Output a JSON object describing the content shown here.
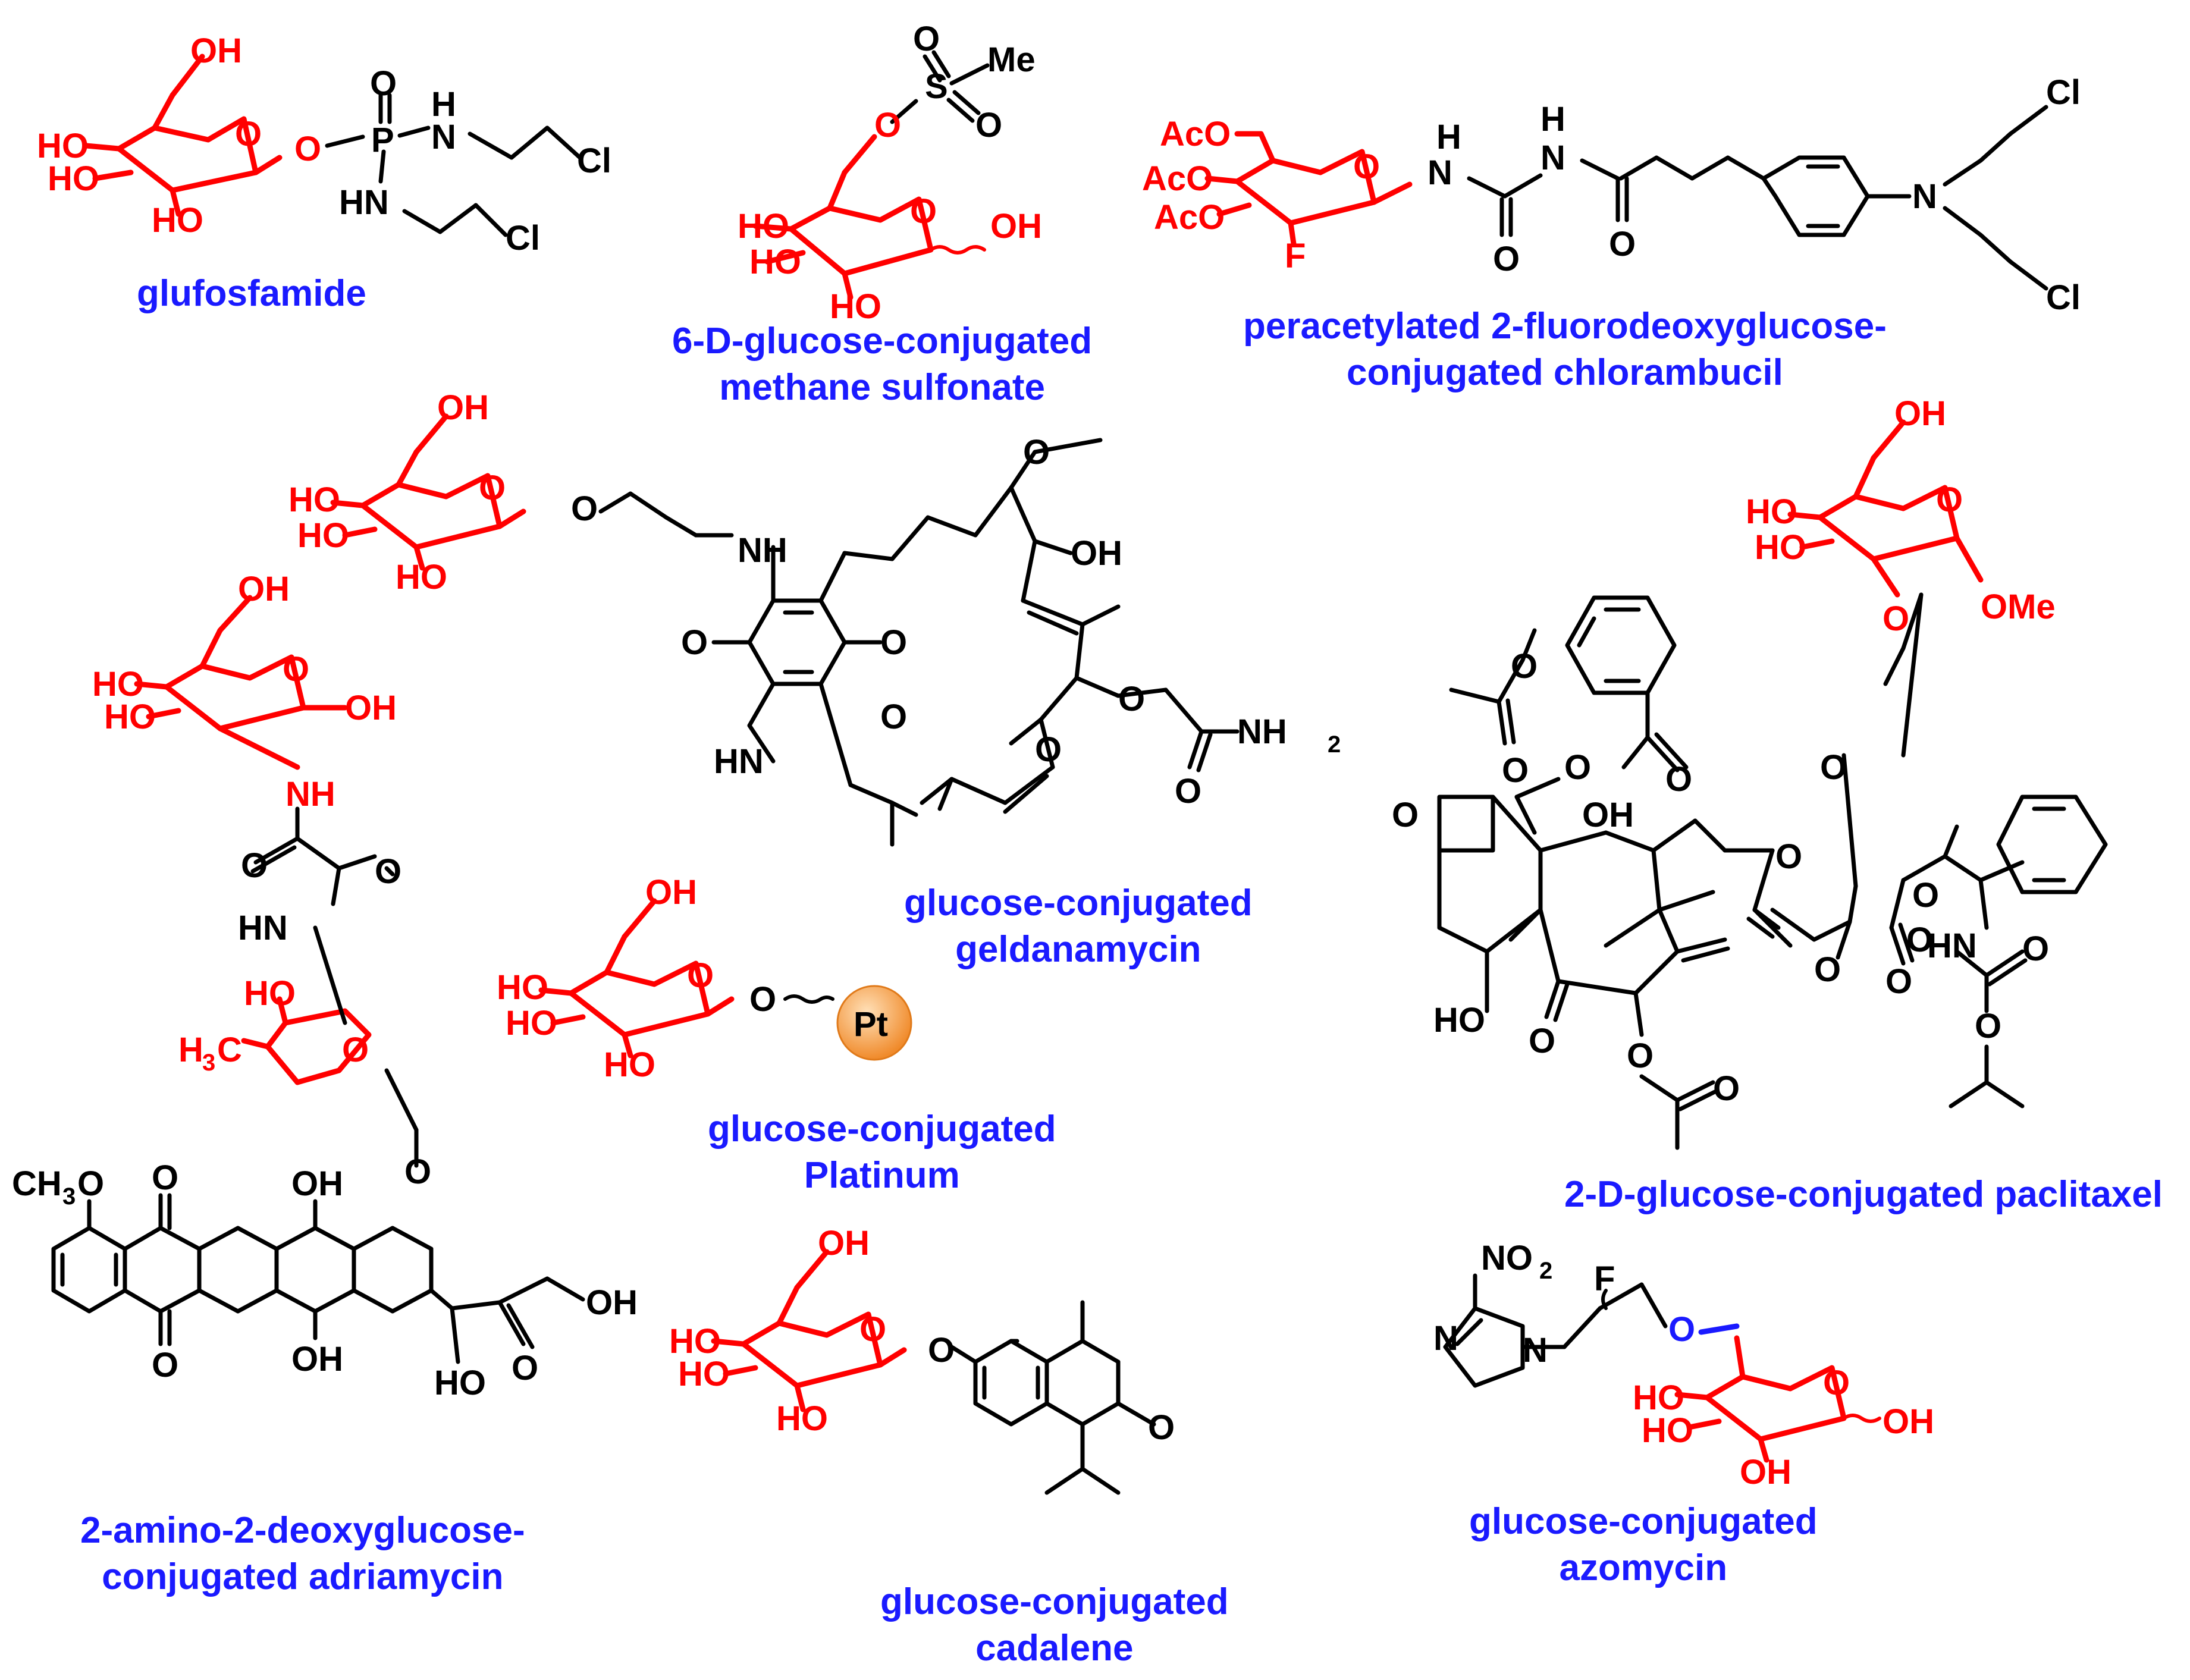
{
  "colors": {
    "sugar": "#ff0000",
    "drug": "#000000",
    "caption": "#1a1aff",
    "linker_o": "#1a1aff",
    "pt_ball": "#f5a04a"
  },
  "captions": {
    "glufosfamide": [
      "glufosfamide"
    ],
    "methanesulfonate": [
      "6-D-glucose-conjugated",
      "methane sulfonate"
    ],
    "chlorambucil": [
      "peracetylated 2-fluorodeoxyglucose-",
      "conjugated chlorambucil"
    ],
    "geldanamycin": [
      "glucose-conjugated",
      "geldanamycin"
    ],
    "platinum": [
      "glucose-conjugated",
      "Platinum"
    ],
    "paclitaxel": [
      "2-D-glucose-conjugated paclitaxel"
    ],
    "adriamycin": [
      "2-amino-2-deoxyglucose-",
      "conjugated adriamycin"
    ],
    "cadalene": [
      "glucose-conjugated",
      "cadalene"
    ],
    "azomycin": [
      "glucose-conjugated",
      "azomycin"
    ]
  },
  "atoms": {
    "OH": "OH",
    "HO": "HO",
    "O": "O",
    "P": "P",
    "S": "S",
    "N": "N",
    "NH": "NH",
    "HN": "HN",
    "Cl": "Cl",
    "F": "F",
    "Me": "Me",
    "AcO": "AcO",
    "OMe": "OMe",
    "Pt": "Pt",
    "NH2": "NH",
    "sub2": "2",
    "H3C": "H",
    "sub3": "3",
    "CH3O": "CH",
    "O_tail": "O",
    "NO2": "NO"
  }
}
